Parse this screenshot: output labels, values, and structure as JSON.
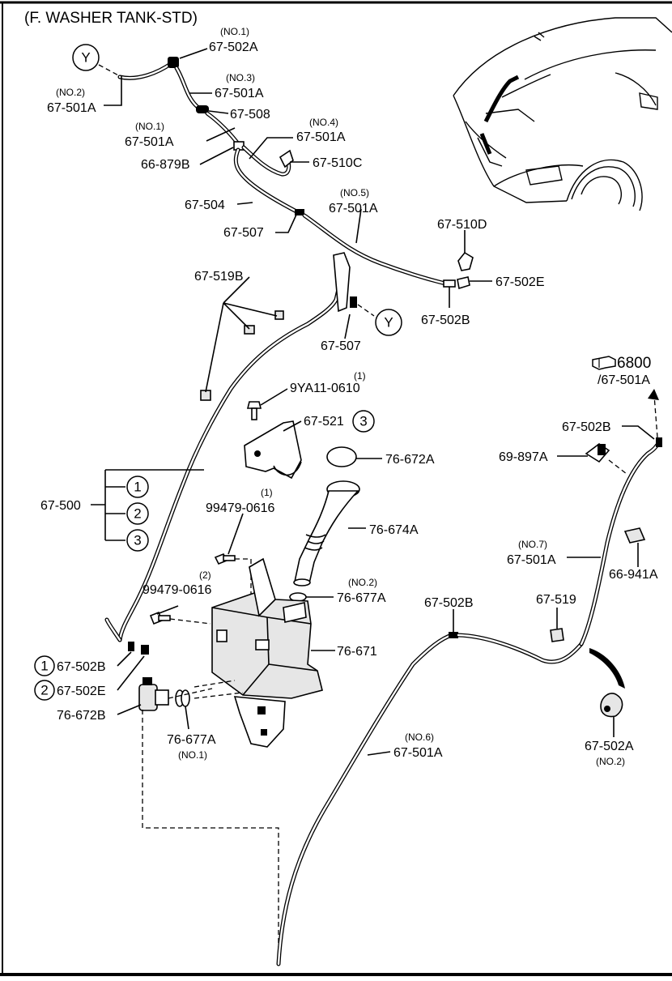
{
  "title": "(F. WASHER TANK-STD)",
  "callouts": {
    "y_top": "Y",
    "y_mid": "Y",
    "n1": "1",
    "n2": "2",
    "n3": "3",
    "n3_bracket": "3",
    "n1_valve": "1",
    "n2_valve": "2"
  },
  "labels": {
    "p67_502A_no1_note": "(NO.1)",
    "p67_502A_no1": "67-502A",
    "p67_501A_no3_note": "(NO.3)",
    "p67_501A_no3": "67-501A",
    "p67_501A_no2_note": "(NO.2)",
    "p67_501A_no2": "67-501A",
    "p67_508": "67-508",
    "p67_501A_no1_note": "(NO.1)",
    "p67_501A_no1": "67-501A",
    "p67_501A_no4_note": "(NO.4)",
    "p67_501A_no4": "67-501A",
    "p66_879B": "66-879B",
    "p67_510C": "67-510C",
    "p67_504": "67-504",
    "p67_501A_no5_note": "(NO.5)",
    "p67_501A_no5": "67-501A",
    "p67_507_a": "67-507",
    "p67_510D": "67-510D",
    "p67_502E_top": "67-502E",
    "p67_502B_top": "67-502B",
    "p67_519B": "67-519B",
    "p67_507_b": "67-507",
    "p6800": "6800",
    "p6800_ref": "/67-501A",
    "p9YA11_qty": "(1)",
    "p9YA11": "9YA11-0610",
    "p67_521": "67-521",
    "p76_672A": "76-672A",
    "p67_502B_right": "67-502B",
    "p69_897A": "69-897A",
    "p67_500": "67-500",
    "p99479_a_qty": "(1)",
    "p99479_a": "99479-0616",
    "p76_674A": "76-674A",
    "p67_501A_no7_note": "(NO.7)",
    "p67_501A_no7": "67-501A",
    "p66_941A": "66-941A",
    "p99479_b_qty": "(2)",
    "p99479_b": "99479-0616",
    "p76_677A_no2_note": "(NO.2)",
    "p76_677A_no2": "76-677A",
    "p67_502B_mid": "67-502B",
    "p67_519": "67-519",
    "p76_671": "76-671",
    "p67_502B_left": "67-502B",
    "p67_502E_left": "67-502E",
    "p76_672B": "76-672B",
    "p76_677A_no1": "76-677A",
    "p76_677A_no1_note": "(NO.1)",
    "p67_501A_no6_note": "(NO.6)",
    "p67_501A_no6": "67-501A",
    "p67_502A_no2": "67-502A",
    "p67_502A_no2_note": "(NO.2)"
  }
}
